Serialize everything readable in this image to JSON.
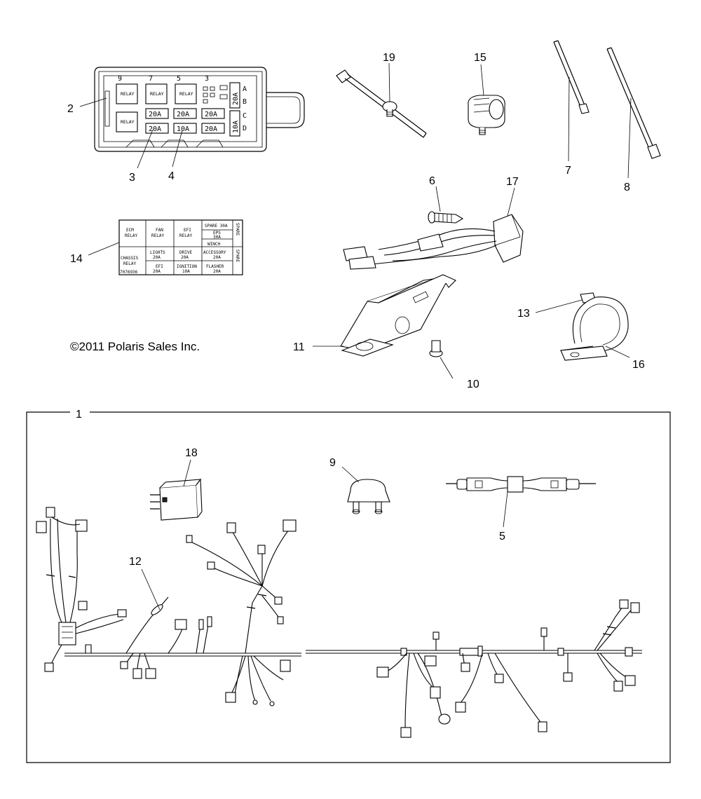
{
  "copyright": "©2011 Polaris Sales Inc.",
  "callouts": {
    "c1": "1",
    "c2": "2",
    "c3": "3",
    "c4": "4",
    "c5": "5",
    "c6": "6",
    "c7": "7",
    "c8": "8",
    "c9": "9",
    "c10": "10",
    "c11": "11",
    "c12": "12",
    "c13": "13",
    "c14": "14",
    "c15": "15",
    "c16": "16",
    "c17": "17",
    "c18": "18",
    "c19": "19"
  },
  "fuse_box": {
    "top_numbers": [
      "9",
      "7",
      "5",
      "3"
    ],
    "side_letters": [
      "A",
      "B",
      "C",
      "D"
    ],
    "relay_label": "RELAY",
    "fuses_row1": [
      "20A",
      "20A",
      "20A"
    ],
    "fuses_row2": [
      "20A",
      "10A",
      "20A"
    ],
    "side_fuse_top": "20A",
    "side_fuse_bottom": "10A"
  },
  "decal": {
    "ecm": [
      "ECM",
      "RELAY"
    ],
    "fan": [
      "FAN",
      "RELAY"
    ],
    "efi": [
      "EFI",
      "RELAY"
    ],
    "spare30": "SPARE 30A",
    "eps": [
      "EPS",
      "30A"
    ],
    "winch": "WINCH",
    "chassis": [
      "CHASSIS",
      "RELAY"
    ],
    "lights": [
      "LIGHTS",
      "20A"
    ],
    "drive": [
      "DRIVE",
      "20A"
    ],
    "accessory": [
      "ACCESSORY",
      "20A"
    ],
    "efi_fuse": [
      "EFI",
      "20A"
    ],
    "ignition": [
      "IGNITION",
      "10A"
    ],
    "flasher": [
      "FLASHER",
      "20A"
    ],
    "spare_a": "SPARE",
    "spare_b": "SPARE",
    "part_no": "7076936"
  }
}
